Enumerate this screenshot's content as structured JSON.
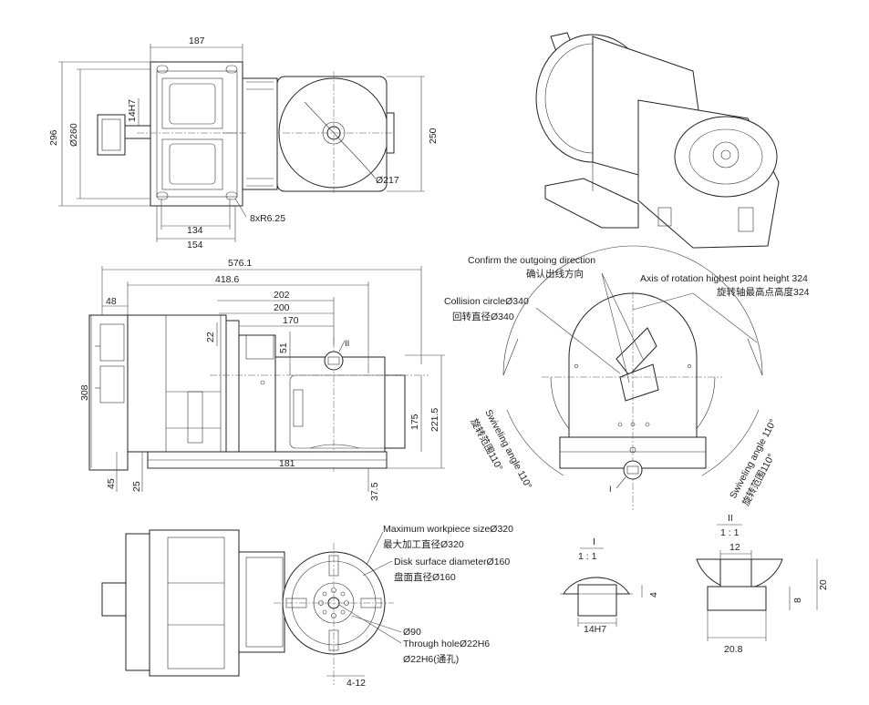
{
  "top_view": {
    "dims": {
      "w187": "187",
      "h296": "296",
      "d260": "Ø260",
      "h14h7": "14H7",
      "h250": "250",
      "d217": "Ø217",
      "r8": "8xR6.25",
      "w134": "134",
      "w154": "154"
    }
  },
  "side_view": {
    "dims": {
      "w5761": "576.1",
      "w4186": "418.6",
      "w48": "48",
      "w202": "202",
      "w200": "200",
      "w170": "170",
      "h22": "22",
      "h51": "51",
      "h308": "308",
      "h175": "175",
      "h2215": "221.5",
      "w181": "181",
      "h45": "45",
      "h25": "25",
      "h375": "37.5",
      "mark2": "II"
    }
  },
  "bottom_view": {
    "labels": {
      "max_en": "Maximum workpiece sizeØ320",
      "max_zh": "最大加工直径Ø320",
      "disk_en": "Disk surface diameterØ160",
      "disk_zh": "盘面直径Ø160",
      "d90": "Ø90",
      "thru_en": "Through holeØ22H6",
      "thru_zh": "Ø22H6(通孔)",
      "slot": "4-12"
    }
  },
  "front_view": {
    "labels": {
      "confirm_en": "Confirm the outgoing direction",
      "confirm_zh": "确认出线方向",
      "axis_en": "Axis of rotation highest point height 324",
      "axis_zh": "旋转轴最高点高度324",
      "coll_en": "Collision circleØ340",
      "coll_zh": "回转直径Ø340",
      "swivel_l_en": "Swiveling angle 110°",
      "swivel_l_zh": "旋转范围110°",
      "swivel_r_en": "Swiveling angle 110°",
      "swivel_r_zh": "旋转范围110°",
      "mark1": "I"
    }
  },
  "detail_1": {
    "title": "I",
    "scale": "1 : 1",
    "dim_w": "14H7",
    "dim_h": "4"
  },
  "detail_2": {
    "title": "II",
    "scale": "1 : 1",
    "dim_12": "12",
    "dim_20": "20",
    "dim_8": "8",
    "dim_208": "20.8"
  }
}
